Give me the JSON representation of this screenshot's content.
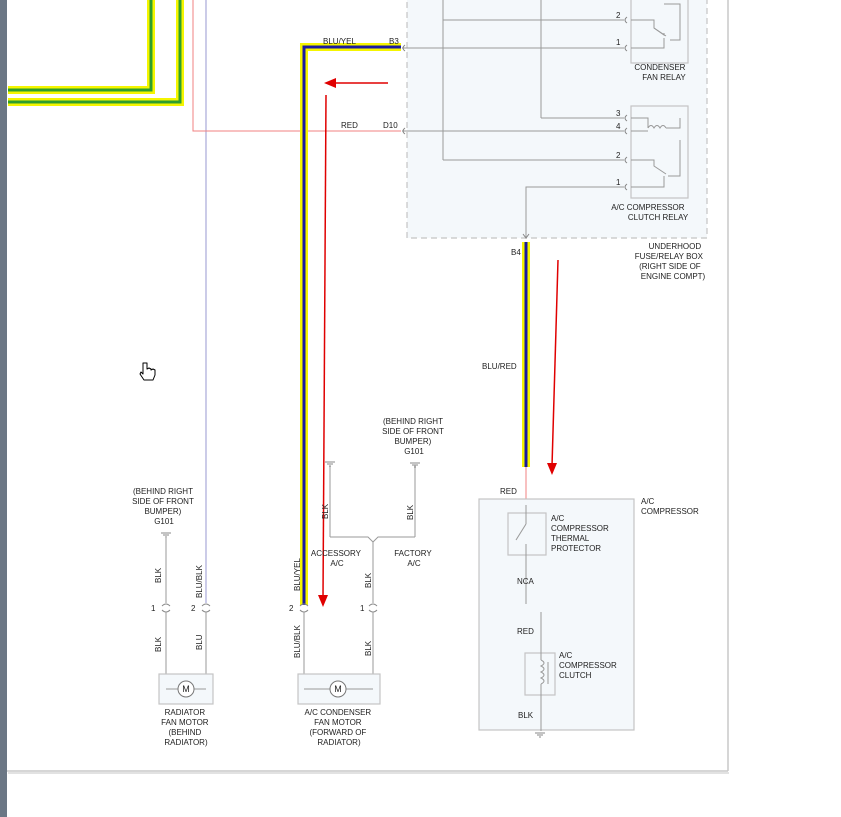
{
  "colors": {
    "page_bg": "#ffffff",
    "sidebar": "#6b7785",
    "frame": "#c8c8c8",
    "box_fill": "#f4f8fb",
    "box_border": "#c4c4c4",
    "wire_gray": "#9a9a9a",
    "wire_red": "#f08080",
    "wire_violet": "#a9a9d8",
    "highlight_yellow": "#f5f500",
    "highlight_blue": "#1a1aa0",
    "highlight_green": "#2e9e2e",
    "arrow_red": "#e00000"
  },
  "cursor": "hand-pointer-icon",
  "wires": {
    "blu_yel_top": "BLU/YEL",
    "b3": "B3",
    "red_top": "RED",
    "d10": "D10",
    "b4": "B4",
    "blu_red": "BLU/RED",
    "red_comp": "RED",
    "blk_rad": "BLK",
    "blu_blk_rad": "BLU/BLK",
    "blk_rad2": "BLK",
    "blu_rad2": "BLU",
    "blu_yel_fan": "BLU/YEL",
    "blu_blk_fan": "BLU/BLK",
    "blk_fan": "BLK",
    "blk_fan2": "BLK",
    "blk_accessory": "BLK",
    "blk_factory": "BLK",
    "nca": "NCA",
    "red_mid": "RED",
    "blk_bottom": "BLK"
  },
  "pins": {
    "cfr_2": "2",
    "cfr_1": "1",
    "acr_3": "3",
    "acr_4": "4",
    "acr_2": "2",
    "acr_1": "1",
    "rad_1": "1",
    "rad_2": "2",
    "fan_2": "2",
    "fan_1": "1"
  },
  "labels": {
    "condenser_fan_relay": [
      "CONDENSER",
      "FAN RELAY"
    ],
    "ac_clutch_relay": [
      "A/C COMPRESSOR",
      "CLUTCH RELAY"
    ],
    "underhood": [
      "UNDERHOOD",
      "FUSE/RELAY BOX",
      "(RIGHT SIDE OF",
      "ENGINE COMPT)"
    ],
    "ground_right": [
      "(BEHIND RIGHT",
      "SIDE OF FRONT",
      "BUMPER)",
      "G101"
    ],
    "ground_left": [
      "(BEHIND RIGHT",
      "SIDE OF FRONT",
      "BUMPER)",
      "G101"
    ],
    "accessory": [
      "ACCESSORY",
      "A/C"
    ],
    "factory": [
      "FACTORY",
      "A/C"
    ],
    "ac_compressor": [
      "A/C",
      "COMPRESSOR"
    ],
    "thermal_protector": [
      "A/C",
      "COMPRESSOR",
      "THERMAL",
      "PROTECTOR"
    ],
    "compressor_clutch": [
      "A/C",
      "COMPRESSOR",
      "CLUTCH"
    ],
    "radiator_fan_motor": [
      "RADIATOR",
      "FAN MOTOR",
      "(BEHIND",
      "RADIATOR)"
    ],
    "condenser_fan_motor": [
      "A/C CONDENSER",
      "FAN MOTOR",
      "(FORWARD OF",
      "RADIATOR)"
    ],
    "motor_symbol": "M"
  }
}
